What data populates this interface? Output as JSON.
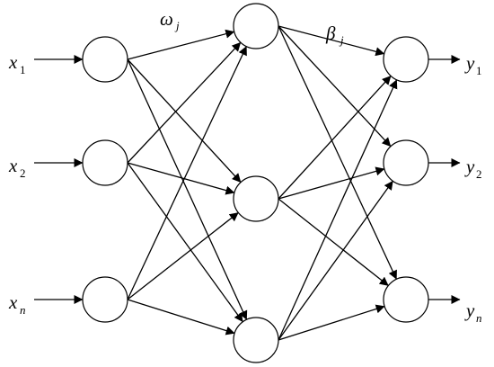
{
  "diagram": {
    "type": "feed-forward neural network",
    "colors": {
      "stroke": "#000000",
      "node_fill": "#ffffff",
      "background": "#ffffff"
    },
    "layers": [
      {
        "nodes": 3
      },
      {
        "nodes": 3
      },
      {
        "nodes": 3
      }
    ],
    "inputs": [
      {
        "base": "x",
        "sub": "1"
      },
      {
        "base": "x",
        "sub": "2"
      },
      {
        "base": "x",
        "sub": "n"
      }
    ],
    "outputs": [
      {
        "base": "y",
        "sub": "1"
      },
      {
        "base": "y",
        "sub": "2"
      },
      {
        "base": "y",
        "sub": "n"
      }
    ],
    "weight_labels": {
      "input_to_hidden": {
        "base": "ω",
        "sub": "j"
      },
      "hidden_to_output": {
        "base": "β",
        "sub": "j"
      }
    }
  }
}
